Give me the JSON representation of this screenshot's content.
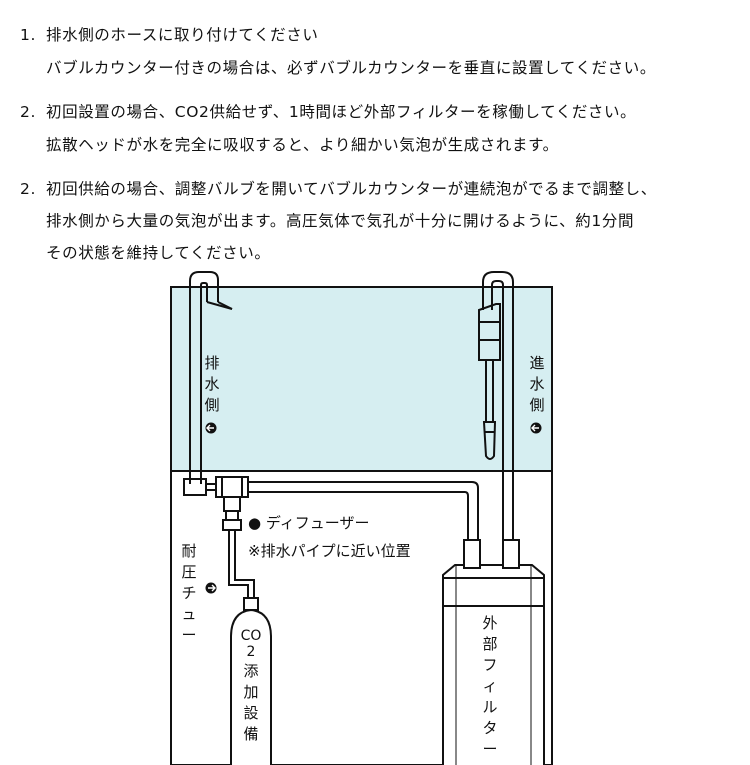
{
  "instructions": [
    {
      "num": "1.",
      "lines": [
        "排水側のホースに取り付けてください",
        "バブルカウンター付きの場合は、必ずバブルカウンターを垂直に設置してください。"
      ]
    },
    {
      "num": "2.",
      "lines": [
        "初回設置の場合、CO2供給せず、1時間ほど外部フィルターを稼働してください。",
        "拡散ヘッドが水を完全に吸収すると、より細かい気泡が生成されます。"
      ]
    },
    {
      "num": "2.",
      "lines": [
        "初回供給の場合、調整バルブを開いてバブルカウンターが連続泡がでるまで調整し、",
        "排水側から大量の気泡が出ます。高圧気体で気孔が十分に開けるように、約1分間",
        "その状態を維持してください。"
      ]
    }
  ],
  "diagram": {
    "outlet_side": "排水側",
    "inlet_side": "進水側",
    "diffuser_label": "● ディフューザー",
    "diffuser_note": "※排水パイプに近い位置",
    "pressure_tube": "耐圧チューブ",
    "co2_equipment": "CO2添加設備",
    "external_filter": "外部フィルター"
  },
  "colors": {
    "water": "#d6eef1",
    "line": "#111111",
    "paper": "#ffffff"
  }
}
